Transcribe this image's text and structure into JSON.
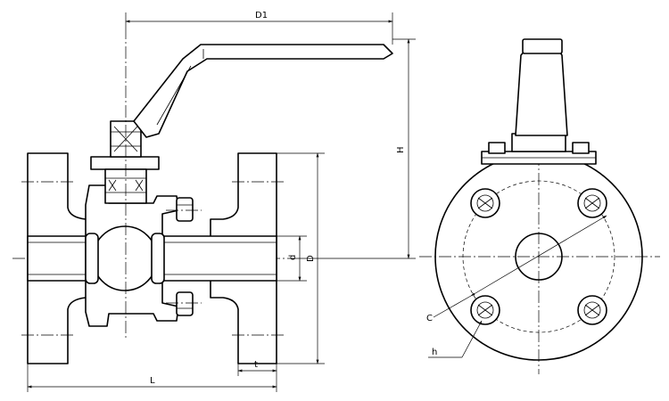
{
  "drawing": {
    "dimensions": {
      "d1": "D1",
      "h": "H",
      "d_outer": "D",
      "d_bore": "d",
      "t": "t",
      "l": "L",
      "c": "C",
      "h_hole": "h"
    }
  }
}
